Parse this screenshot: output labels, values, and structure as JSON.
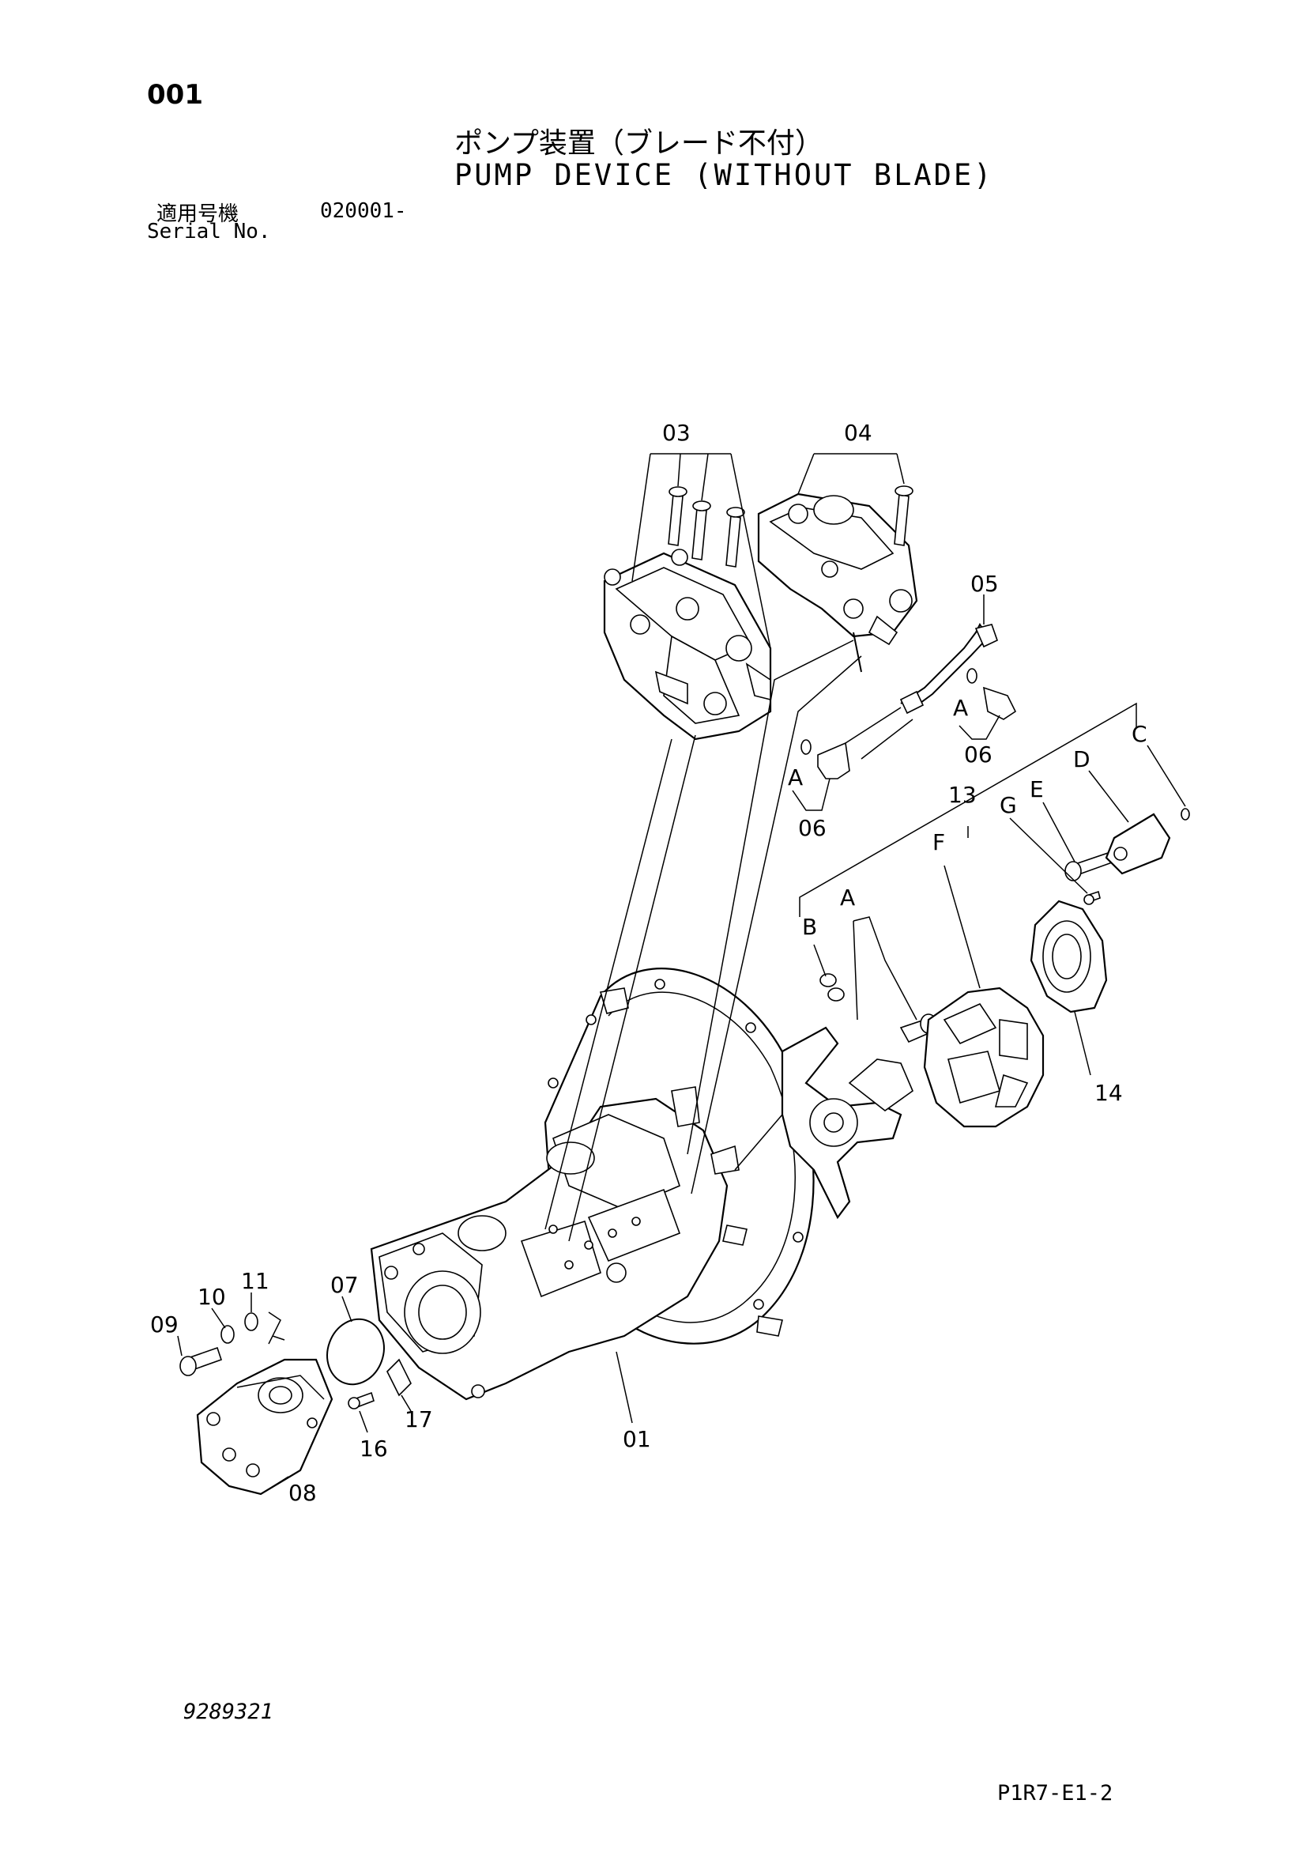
{
  "header": {
    "page_number": "001",
    "title_jp": "ポンプ装置（ブレード不付）",
    "title_en": "PUMP DEVICE (WITHOUT BLADE)",
    "serial_label_jp": "適用号機",
    "serial_label_en": "Serial No.",
    "serial_value": "020001-"
  },
  "callouts": {
    "p01": "01",
    "p03": "03",
    "p04": "04",
    "p05": "05",
    "p06a": "06",
    "p06b": "06",
    "p07": "07",
    "p08": "08",
    "p09": "09",
    "p10": "10",
    "p11": "11",
    "p13": "13",
    "p14": "14",
    "p16": "16",
    "p17": "17",
    "sA1": "A",
    "sA2": "A",
    "sA3": "A",
    "sB": "B",
    "sC": "C",
    "sD": "D",
    "sE": "E",
    "sF": "F",
    "sG": "G"
  },
  "footer": {
    "doc_number": "9289321",
    "page_code": "P1R7-E1-2"
  }
}
